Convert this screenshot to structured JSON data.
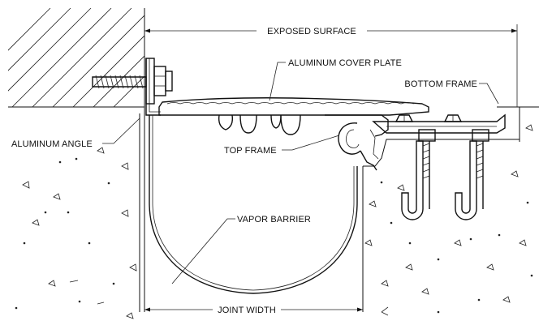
{
  "labels": {
    "exposed_surface": "EXPOSED SURFACE",
    "aluminum_cover_plate": "ALUMINUM COVER PLATE",
    "bottom_frame": "BOTTOM FRAME",
    "aluminum_angle": "ALUMINUM ANGLE",
    "top_frame": "TOP FRAME",
    "vapor_barrier": "VAPOR BARRIER",
    "joint_width": "JOINT WIDTH"
  },
  "colors": {
    "line": "#111111",
    "background": "#ffffff"
  }
}
